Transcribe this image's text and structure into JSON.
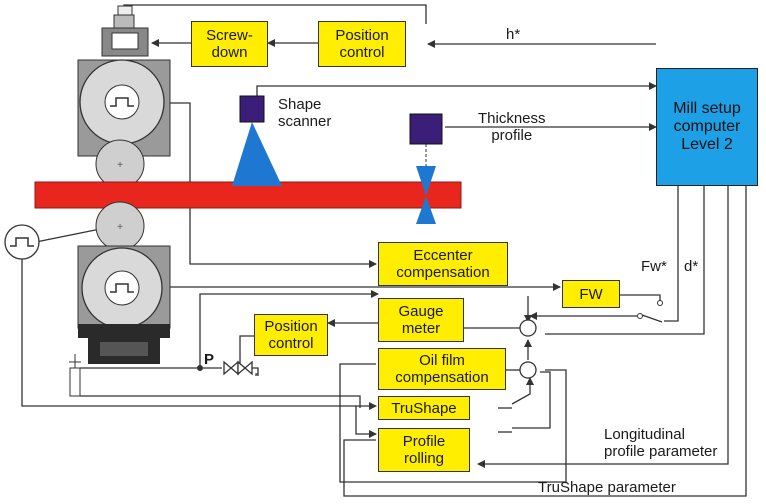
{
  "colors": {
    "strip": "#e8261e",
    "control_box": "#ffee00",
    "computer": "#1ea0e6",
    "sensor": "#3a1e78",
    "beam": "#1e78d2",
    "roll": "#cfcfcf",
    "housing": "#9a9a9a",
    "base": "#2a2a2a",
    "line": "#333333"
  },
  "boxes": {
    "screwdown": "Screw-\ndown",
    "position_control_top": "Position\ncontrol",
    "mill_setup": "Mill setup\ncomputer\nLevel 2",
    "eccenter": "Eccenter\ncompensation",
    "fw": "FW",
    "gauge_meter": "Gauge\nmeter",
    "position_control_bottom": "Position\ncontrol",
    "oil_film": "Oil film\ncompensation",
    "trushape": "TruShape",
    "profile_rolling": "Profile\nrolling"
  },
  "labels": {
    "h_star": "h*",
    "shape_scanner": "Shape\nscanner",
    "thickness_profile": "Thickness\nprofile",
    "fw_star": "Fw*",
    "d_star": "d*",
    "p": "P",
    "longitudinal": "Longitudinal\nprofile parameter",
    "trushape_param": "TruShape parameter"
  },
  "icons": [
    "pulse-icon",
    "valve-icon",
    "summing-junction-icon",
    "switch-icon",
    "shape-scanner-icon",
    "thickness-gauge-icon"
  ]
}
